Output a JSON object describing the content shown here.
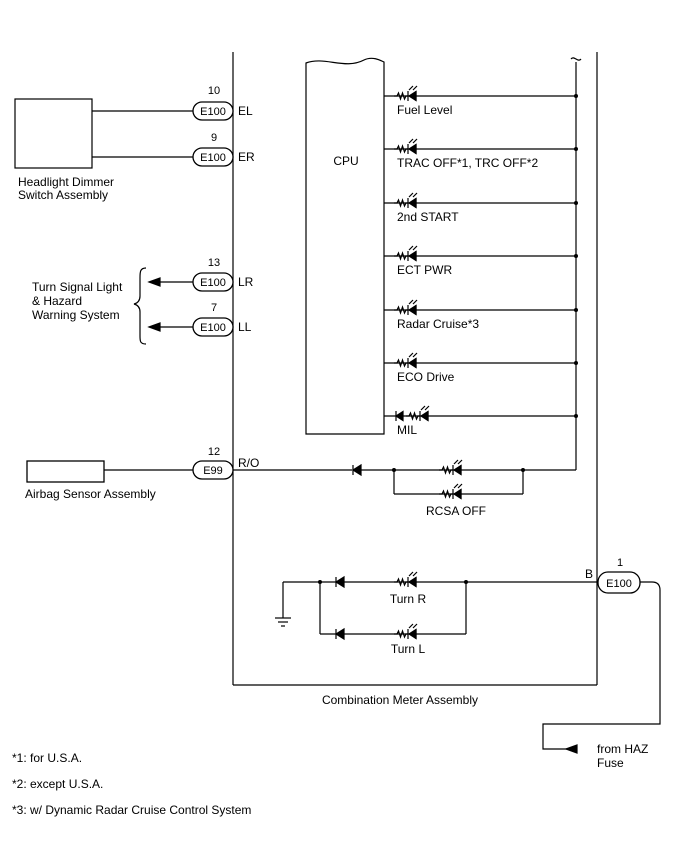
{
  "components": {
    "headlight_dimmer": [
      "Headlight Dimmer",
      "Switch Assembly"
    ],
    "turn_signal": [
      "Turn  Signal Light",
      "& Hazard",
      "Warning System"
    ],
    "airbag_sensor": "Airbag Sensor Assembly",
    "cpu": "CPU",
    "combination_meter": "Combination Meter Assembly",
    "from_haz": [
      "from HAZ",
      "Fuse"
    ]
  },
  "connectors": [
    {
      "id": "E100",
      "pin": "10",
      "terminal": "EL"
    },
    {
      "id": "E100",
      "pin": "9",
      "terminal": "ER"
    },
    {
      "id": "E100",
      "pin": "13",
      "terminal": "LR"
    },
    {
      "id": "E100",
      "pin": "7",
      "terminal": "LL"
    },
    {
      "id": "E99",
      "pin": "12",
      "terminal": "R/O"
    },
    {
      "id": "E100",
      "pin": "1",
      "terminal": "B"
    }
  ],
  "indicators": [
    "Fuel Level",
    "TRAC OFF*1, TRC OFF*2",
    "2nd START",
    "ECT PWR",
    "Radar Cruise*3",
    "ECO Drive",
    "MIL"
  ],
  "rcsa_off": "RCSA OFF",
  "turn_lamps": [
    "Turn  R",
    "Turn  L"
  ],
  "footnotes": [
    "*1: for U.S.A.",
    "*2: except U.S.A.",
    "*3: w/ Dynamic Radar Cruise Control System"
  ]
}
